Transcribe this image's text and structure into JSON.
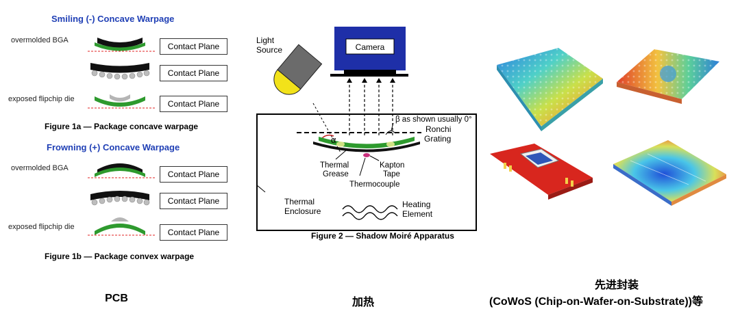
{
  "pcb_panel": {
    "fig1a_title": "Smiling (-) Concave Warpage",
    "fig1b_title": "Frowning (+) Concave Warpage",
    "rows_1a": [
      {
        "label": "overmolded BGA",
        "box": "Contact Plane"
      },
      {
        "label": "",
        "box": "Contact Plane"
      },
      {
        "label": "exposed flipchip die",
        "box": "Contact Plane"
      }
    ],
    "rows_1b": [
      {
        "label": "overmolded BGA",
        "box": "Contact Plane"
      },
      {
        "label": "",
        "box": "Contact Plane"
      },
      {
        "label": "exposed flipchip die",
        "box": "Contact Plane"
      }
    ],
    "fig1a_caption": "Figure 1a — Package concave warpage",
    "fig1b_caption": "Figure 1b — Package convex warpage"
  },
  "moire_panel": {
    "light_source": [
      "Light",
      "Source"
    ],
    "camera": "Camera",
    "beta_note": "β as shown usually 0°",
    "ronchi": [
      "Ronchi",
      "Grating"
    ],
    "alpha": "α",
    "thermal_grease": [
      "Thermal",
      "Grease"
    ],
    "kapton_tape": [
      "Kapton",
      "Tape"
    ],
    "thermocouple": "Thermocouple",
    "thermal_enclosure": [
      "Thermal",
      "Enclosure"
    ],
    "heating_element": [
      "Heating",
      "Element"
    ],
    "caption": "Figure 2 — Shadow Moiré Apparatus"
  },
  "bottom_captions": {
    "pcb": "PCB",
    "heating": "加热",
    "advanced_line1": "先进封装",
    "advanced_line2": "(CoWoS (Chip-on-Wafer-on-Substrate))等"
  },
  "colors": {
    "title_blue": "#1f3fb5",
    "pcb_green": "#2e9a2e",
    "mold_black": "#111111",
    "dashed_red": "#e02020",
    "camera_blue": "#1e2fa8",
    "lamp_gray": "#6b6b6b",
    "lamp_yellow": "#f2e21a",
    "substrate_red": "#d8261e"
  }
}
